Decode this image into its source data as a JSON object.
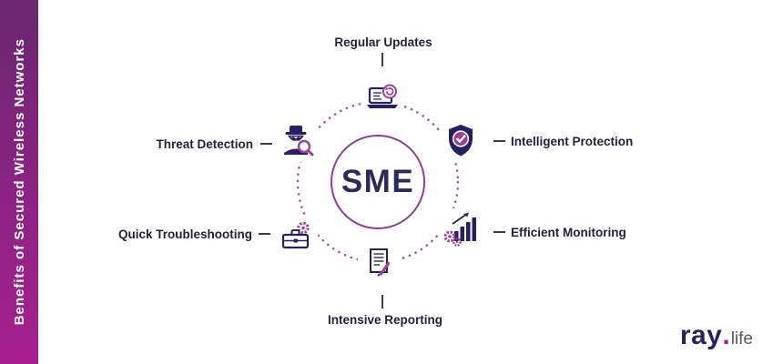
{
  "sidebar": {
    "title": "Benefits of Secured Wireless Networks"
  },
  "center": {
    "label": "SME"
  },
  "benefits": [
    {
      "label": "Regular Updates",
      "icon": "laptop-refresh-icon",
      "position": "top"
    },
    {
      "label": "Intelligent Protection",
      "icon": "shield-check-icon",
      "position": "right-top"
    },
    {
      "label": "Efficient Monitoring",
      "icon": "chart-gear-icon",
      "position": "right-bottom"
    },
    {
      "label": "Intensive Reporting",
      "icon": "document-pen-icon",
      "position": "bottom"
    },
    {
      "label": "Quick Troubleshooting",
      "icon": "toolbox-gear-icon",
      "position": "left-bottom"
    },
    {
      "label": "Threat Detection",
      "icon": "spy-magnifier-icon",
      "position": "left-top"
    }
  ],
  "logo": {
    "brand": "ray",
    "separator": ".",
    "suffix": "life"
  },
  "colors": {
    "accent_purple": "#9c3f98",
    "navy": "#262262",
    "banner_top": "#69276f",
    "banner_bottom": "#a7208f",
    "label_text": "#20223f"
  }
}
